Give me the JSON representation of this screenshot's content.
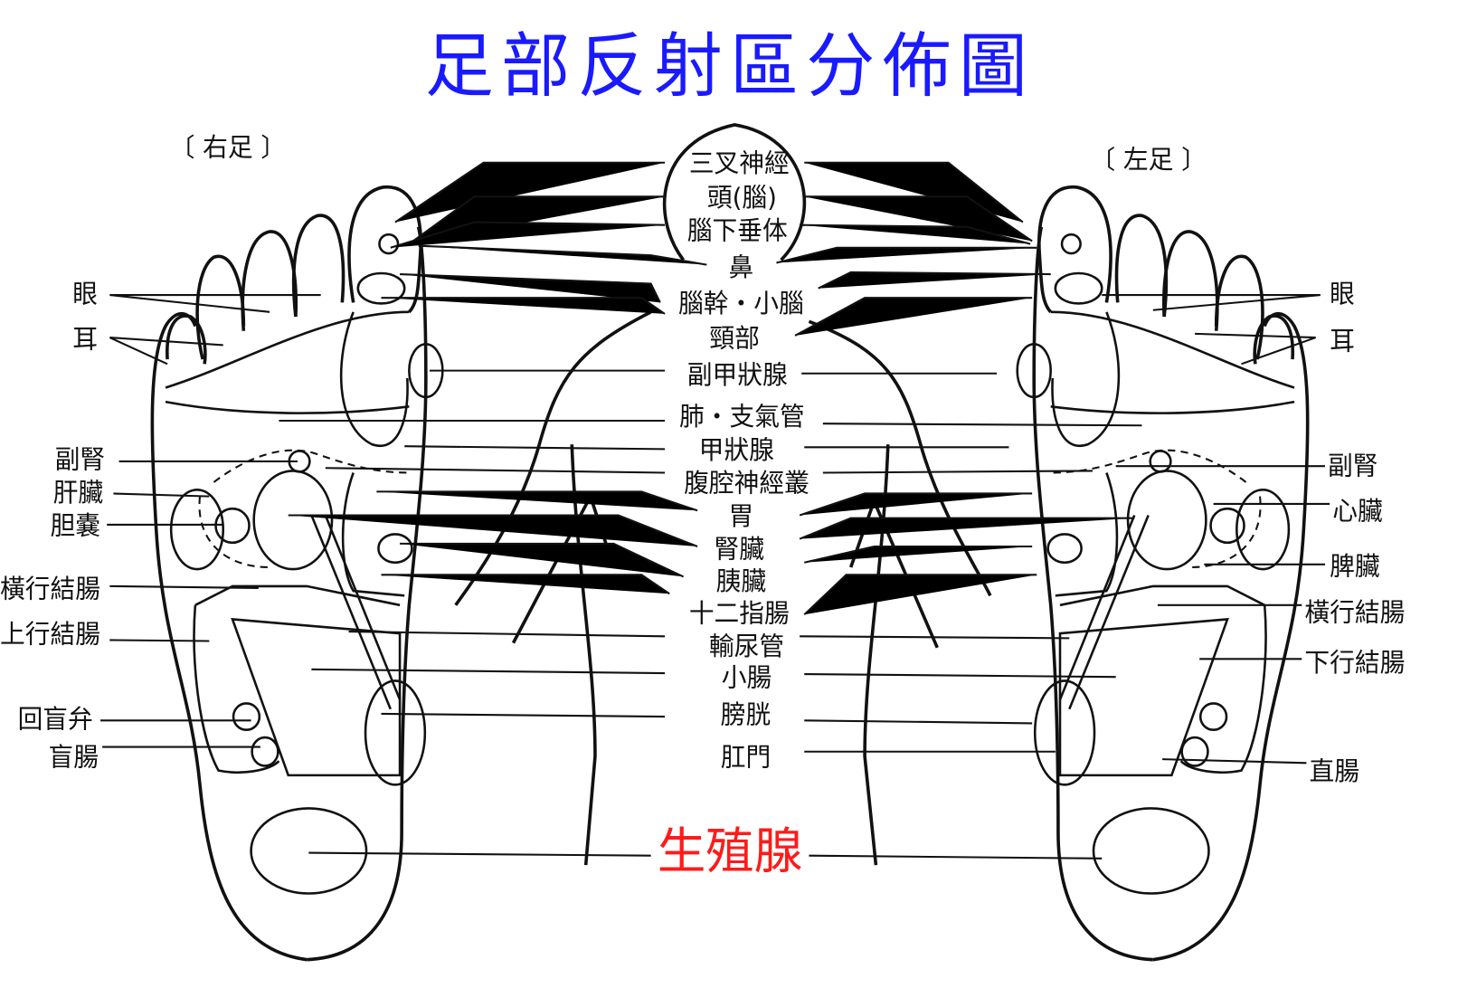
{
  "title": "足部反射區分佈圖",
  "right_foot_header": "〔 右足 〕",
  "left_foot_header": "〔 左足 〕",
  "center_labels": [
    "三叉神經",
    "頭(腦)",
    "腦下垂体",
    "鼻",
    "腦幹・小腦",
    "頸部",
    "副甲狀腺",
    "肺・支氣管",
    "甲狀腺",
    "腹腔神經叢",
    "胃",
    "腎臟",
    "胰臟",
    "十二指腸",
    "輸尿管",
    "小腸",
    "膀胱",
    "肛門"
  ],
  "reproductive_label": "生殖腺",
  "left_side_labels": [
    "眼",
    "耳",
    "副腎",
    "肝臟",
    "胆嚢",
    "橫行結腸",
    "上行結腸",
    "回盲弁",
    "盲腸"
  ],
  "right_side_labels": [
    "眼",
    "耳",
    "副腎",
    "心臟",
    "脾臟",
    "橫行結腸",
    "下行結腸",
    "直腸"
  ],
  "colors": {
    "title": "#1a1aff",
    "reproductive": "#ff1a1a"
  }
}
